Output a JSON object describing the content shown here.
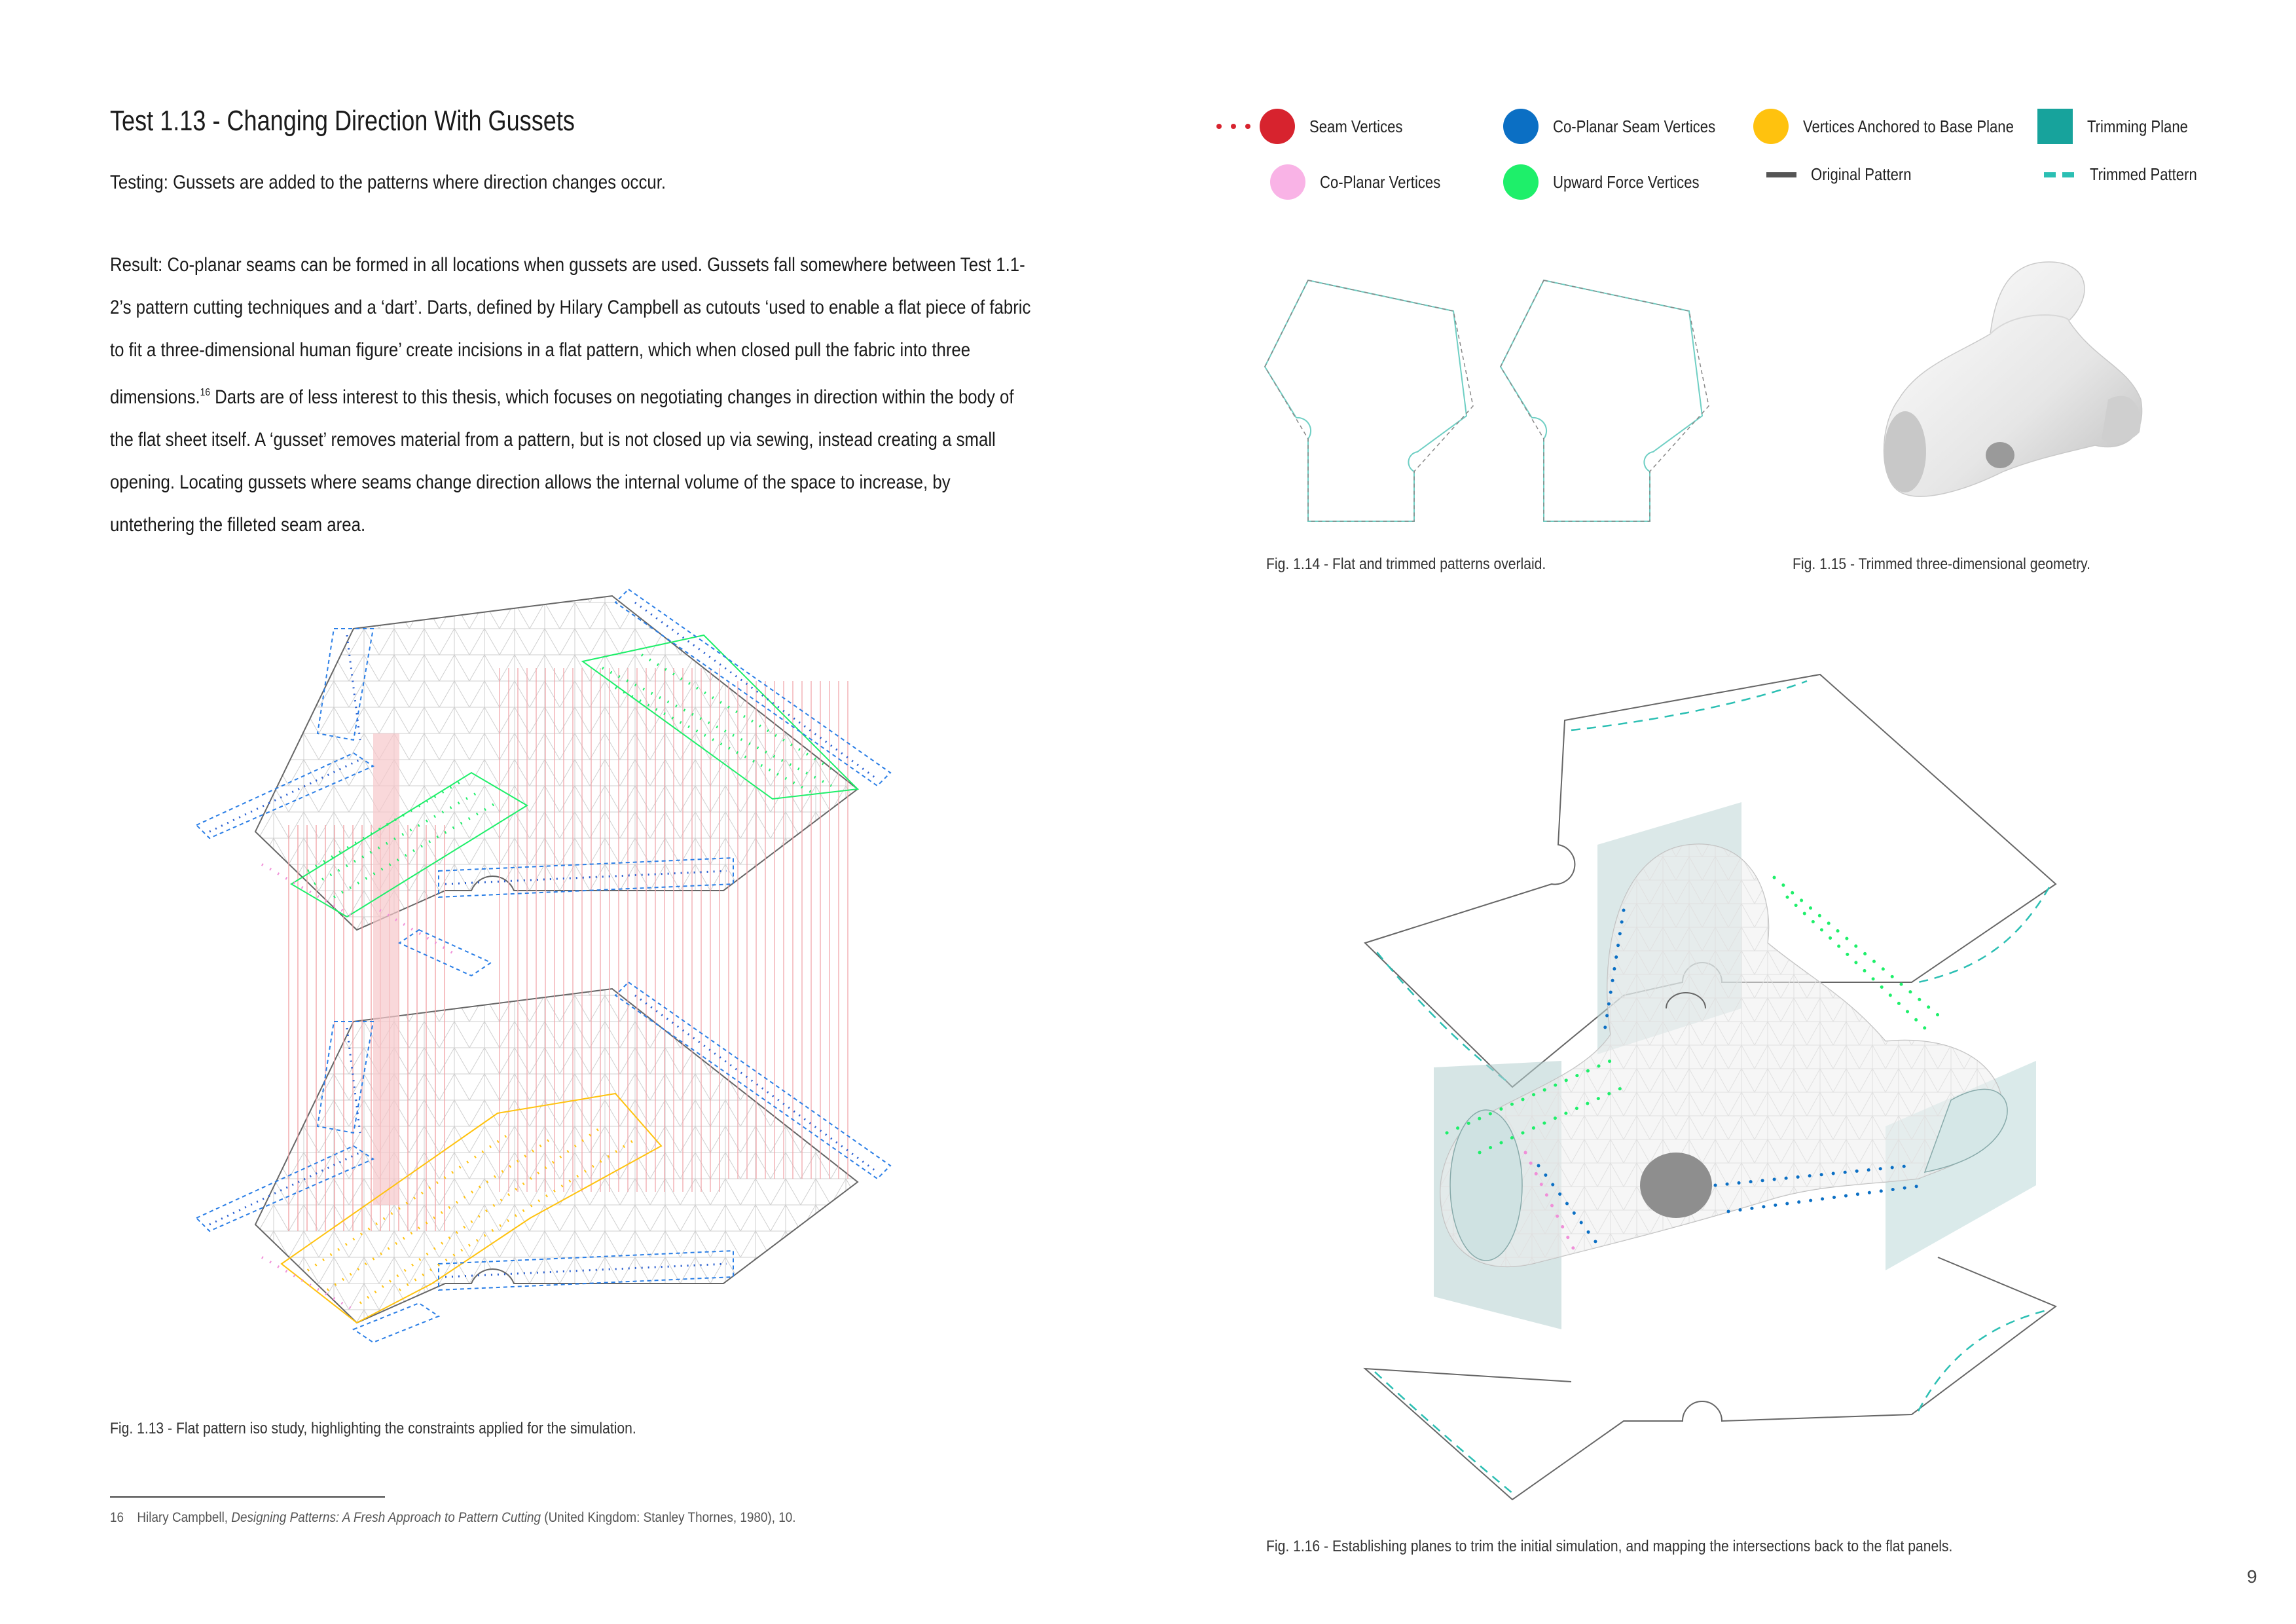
{
  "title": "Test 1.13 - Changing Direction With Gussets",
  "testing": "Testing: Gussets are added to the patterns where direction changes occur.",
  "result": {
    "part1": "Result: Co-planar seams can be formed in all locations when gussets are used. Gussets fall somewhere between Test 1.1-2’s pattern cutting techniques and a ‘dart’. Darts, defined by Hilary Campbell as cutouts ‘used to enable a flat piece of fabric to fit a three-dimensional human figure’ create incisions in a flat pattern, which when closed pull the fabric into three dimensions.",
    "footnote_ref": "16",
    "part2": " Darts are of less interest to this thesis, which focuses on negotiating changes in direction within the body of the flat sheet itself. A ‘gusset’ removes material from a pattern, but is not closed up via sewing, instead creating a small opening. Locating gussets where seams change direction allows the internal volume of the space to increase, by untethering the filleted seam area."
  },
  "legend": [
    {
      "label": "Seam Vertices",
      "marker": "dotted-line-and-circle",
      "color": "#d7232e"
    },
    {
      "label": "Co-Planar Seam Vertices",
      "marker": "circle",
      "color": "#0b6fc4"
    },
    {
      "label": "Vertices Anchored to Base Plane",
      "marker": "circle",
      "color": "#ffc20e"
    },
    {
      "label": "Trimming Plane",
      "marker": "square",
      "color": "#17a39c"
    },
    {
      "label": "Co-Planar Vertices",
      "marker": "circle",
      "color": "#f9b3e6"
    },
    {
      "label": "Upward Force Vertices",
      "marker": "circle",
      "color": "#1eef6a"
    },
    {
      "label": "Original Pattern",
      "marker": "solid-line",
      "color": "#555555"
    },
    {
      "label": "Trimmed Pattern",
      "marker": "dashed-line",
      "color": "#2bbfb3"
    }
  ],
  "captions": {
    "fig113": "Fig. 1.13 - Flat pattern iso study, highlighting the constraints applied for the simulation.",
    "fig114": "Fig. 1.14 - Flat and trimmed patterns overlaid.",
    "fig115": "Fig. 1.15 - Trimmed three-dimensional geometry.",
    "fig116": "Fig. 1.16 - Establishing planes to trim the initial simulation, and mapping the intersections back to the flat panels."
  },
  "footnote": {
    "number": "16",
    "author": "Hilary Campbell, ",
    "book": "Designing Patterns: A Fresh Approach to Pattern Cutting",
    "rest": " (United Kingdom: Stanley Thornes, 1980), 10."
  },
  "page_number": "9",
  "colors": {
    "seam": "#d7232e",
    "coplanar_seam": "#0b6fc4",
    "anchored": "#ffc20e",
    "trim_plane": "#17a39c",
    "coplanar": "#f9b3e6",
    "upward": "#1eef6a",
    "original": "#555555",
    "trimmed": "#2bbfb3"
  }
}
